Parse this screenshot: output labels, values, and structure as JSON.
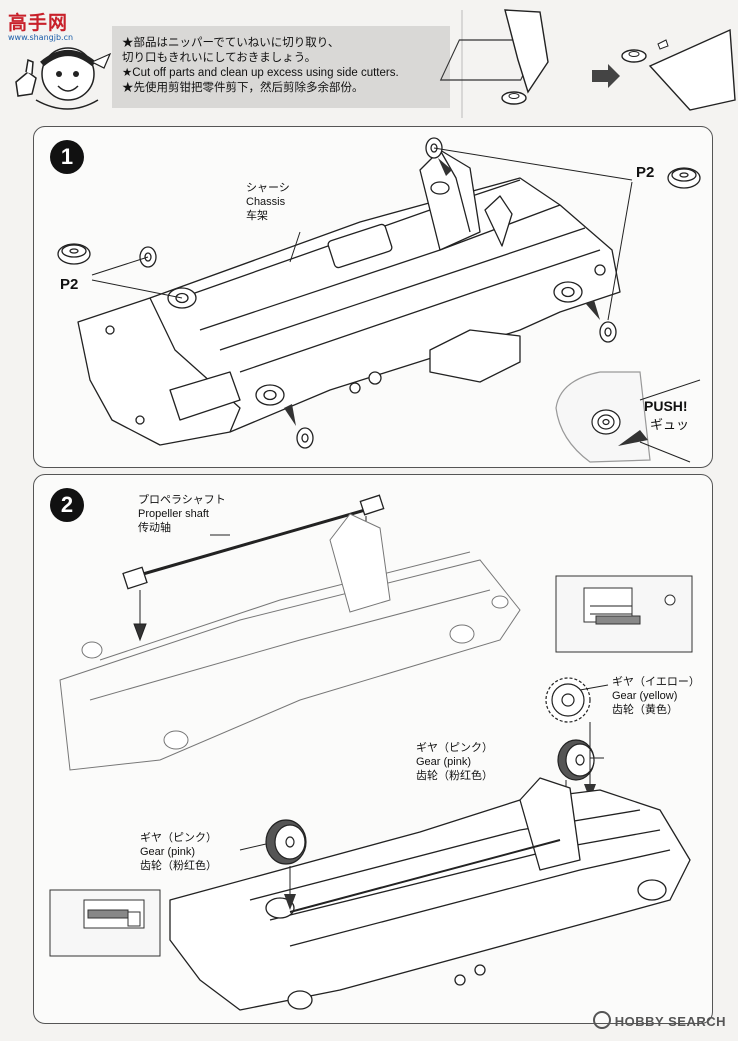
{
  "logo": {
    "title": "高手网",
    "subtitle": "www.shangjb.cn"
  },
  "notes": {
    "line1": "★部品はニッパーでていねいに切り取り、",
    "line2": "切り口もきれいにしておきましょう。",
    "line3": "★Cut off parts and clean up excess using side cutters.",
    "line4": "★先使用剪钳把零件剪下，然后剪除多余部份。"
  },
  "step1": {
    "number": "1",
    "chassis_jp": "シャーシ",
    "chassis_en": "Chassis",
    "chassis_cn": "车架",
    "p2_left": "P2",
    "p2_right": "P2",
    "push_en": "PUSH!",
    "push_jp": "ギュッ"
  },
  "step2": {
    "number": "2",
    "shaft_jp": "プロペラシャフト",
    "shaft_en": "Propeller shaft",
    "shaft_cn": "传动轴",
    "gear_yellow_jp": "ギヤ（イエロー）",
    "gear_yellow_en": "Gear (yellow)",
    "gear_yellow_cn": "齿轮（黄色）",
    "gear_pink1_jp": "ギヤ（ピンク）",
    "gear_pink1_en": "Gear (pink)",
    "gear_pink1_cn": "齿轮（粉红色）",
    "gear_pink2_jp": "ギヤ（ピンク）",
    "gear_pink2_en": "Gear (pink)",
    "gear_pink2_cn": "齿轮（粉红色）"
  },
  "watermark": "HOBBY SEARCH",
  "colors": {
    "logo_red": "#c8202a",
    "logo_blue": "#1a5ca8",
    "note_bg": "#d9d8d6"
  }
}
